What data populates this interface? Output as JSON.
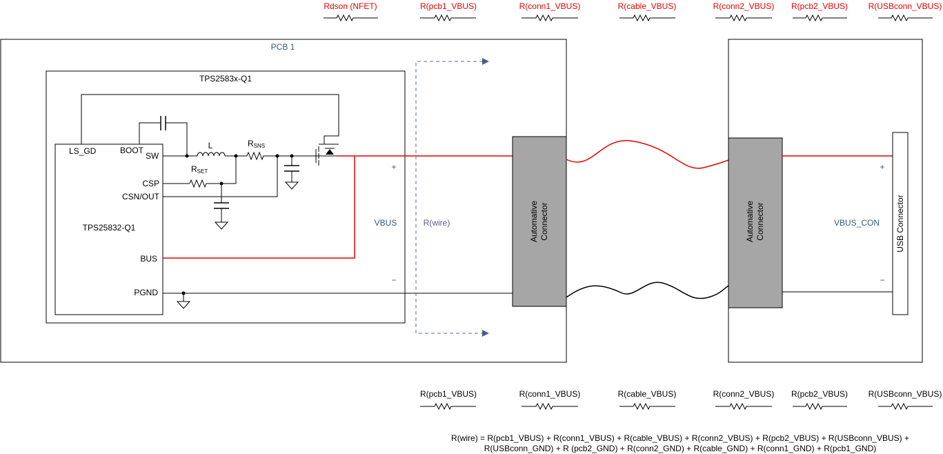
{
  "top_resistors": [
    "Rdson (NFET)",
    "R(pcb1_VBUS)",
    "R(conn1_VBUS)",
    "R(cable_VBUS)",
    "R(conn2_VBUS)",
    "R(pcb2_VBUS)",
    "R(USBconn_VBUS)"
  ],
  "bottom_resistors": [
    "R(pcb1_VBUS)",
    "R(conn1_VBUS)",
    "R(cable_VBUS)",
    "R(conn2_VBUS)",
    "R(pcb2_VBUS)",
    "R(USBconn_VBUS)"
  ],
  "pcb1_label": "PCB 1",
  "ic_outer_label": "TPS2583x-Q1",
  "ic_inner_label": "TPS25832-Q1",
  "pins": {
    "ls_gd": "LS_GD",
    "boot": "BOOT",
    "sw": "SW",
    "csp": "CSP",
    "csn_out": "CSN/OUT",
    "bus": "BUS",
    "pgnd": "PGND"
  },
  "components": {
    "inductor": "L",
    "rsns_main": "R",
    "rsns_sub": "SNS",
    "rset_main": "R",
    "rset_sub": "SET"
  },
  "vbus_label": "VBUS",
  "plus_left": "+",
  "minus_left": "−",
  "rwire_label": "R(wire)",
  "connector_label_line1": "Automative",
  "connector_label_line2": "Connector",
  "vbus_con_label": "VBUS_CON",
  "plus_right": "+",
  "minus_right": "−",
  "usb_connector_label": "USB Connector",
  "formula_line1": "R(wire) = R(pcb1_VBUS) + R(conn1_VBUS) + R(cable_VBUS) + R(conn2_VBUS) + R(pcb2_VBUS) + R(USBconn_VBUS) +",
  "formula_line2": "R(USBconn_GND) + R (pcb2_GND) + R(conn2_GND) + R(cable_GND) + R(conn1_GND) + R(pcb1_GND)"
}
